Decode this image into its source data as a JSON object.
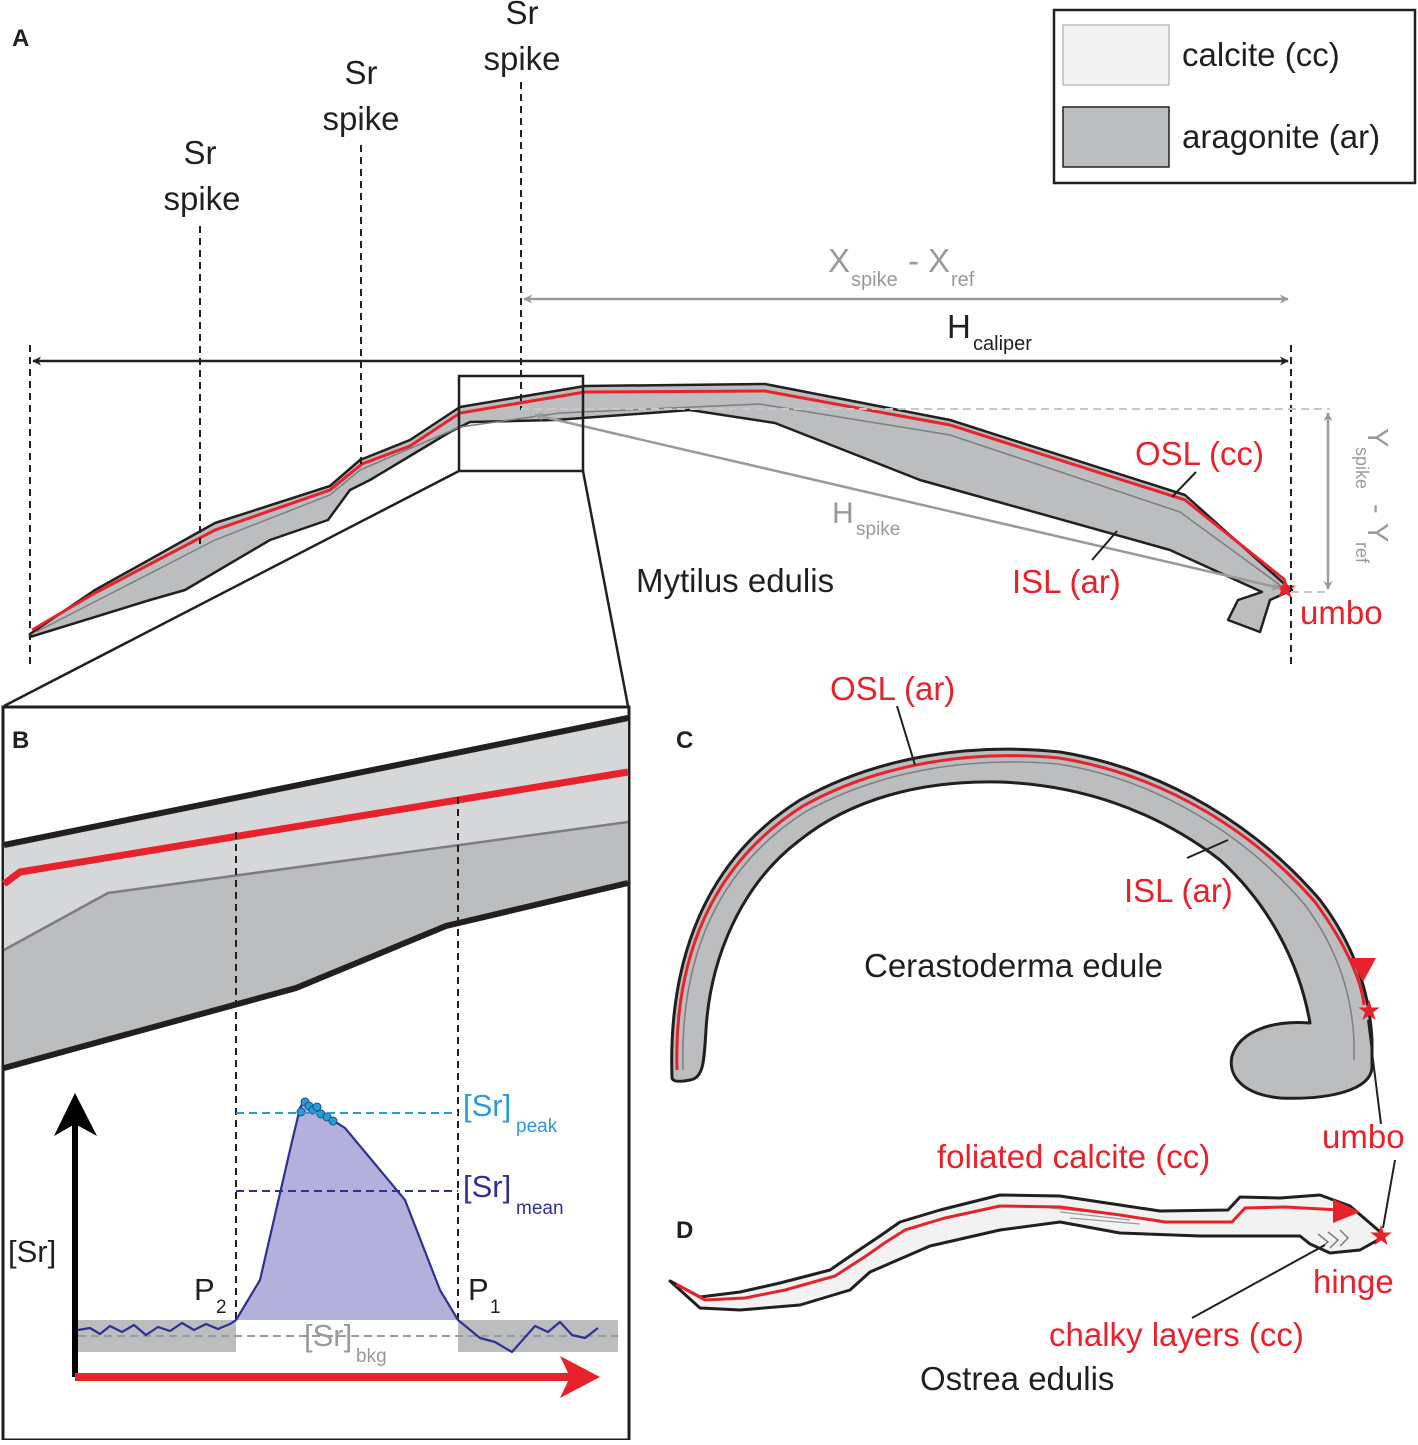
{
  "panels": {
    "a": "A",
    "b": "B",
    "c": "C",
    "d": "D"
  },
  "legend": {
    "calcite": {
      "label": "calcite (cc)",
      "color": "#f2f2f3"
    },
    "aragonite": {
      "label": "aragonite (ar)",
      "color": "#bcbdbf"
    }
  },
  "panel_a": {
    "sr_spike_line1": "Sr",
    "sr_spike_line2": "spike",
    "x_diff": {
      "x": "X",
      "x_sub": "spike",
      "sep": " - ",
      "ref": "X",
      "ref_sub": "ref"
    },
    "h_caliper": {
      "main": "H",
      "sub": "caliper"
    },
    "h_spike": {
      "main": "H",
      "sub": "spike"
    },
    "y_diff": {
      "y": "Y",
      "y_sub": "spike",
      "sep": " - ",
      "ref": "Y",
      "ref_sub": "ref"
    },
    "osl": "OSL (cc)",
    "isl": "ISL (ar)",
    "species": "Mytilus edulis",
    "umbo": "umbo"
  },
  "panel_b": {
    "y_axis": "[Sr]",
    "peak": {
      "main": "[Sr]",
      "sub": "peak"
    },
    "mean": {
      "main": "[Sr]",
      "sub": "mean"
    },
    "bkg": {
      "main": "[Sr]",
      "sub": "bkg"
    },
    "p1": {
      "main": "P",
      "sub": "1"
    },
    "p2": {
      "main": "P",
      "sub": "2"
    }
  },
  "panel_c": {
    "osl": "OSL (ar)",
    "isl": "ISL (ar)",
    "species": "Cerastoderma edule",
    "umbo": "umbo"
  },
  "panel_d": {
    "foliated": "foliated calcite (cc)",
    "hinge": "hinge",
    "chalky": "chalky layers (cc)",
    "species": "Ostrea edulis"
  },
  "colors": {
    "red": "#e8222a",
    "dark": "#231f20",
    "grey_arrow": "#9a9a9a",
    "sr_blue": "#2e3192",
    "peak_blue": "#2b9bd6",
    "fill_purple": "#b3b0dc"
  }
}
